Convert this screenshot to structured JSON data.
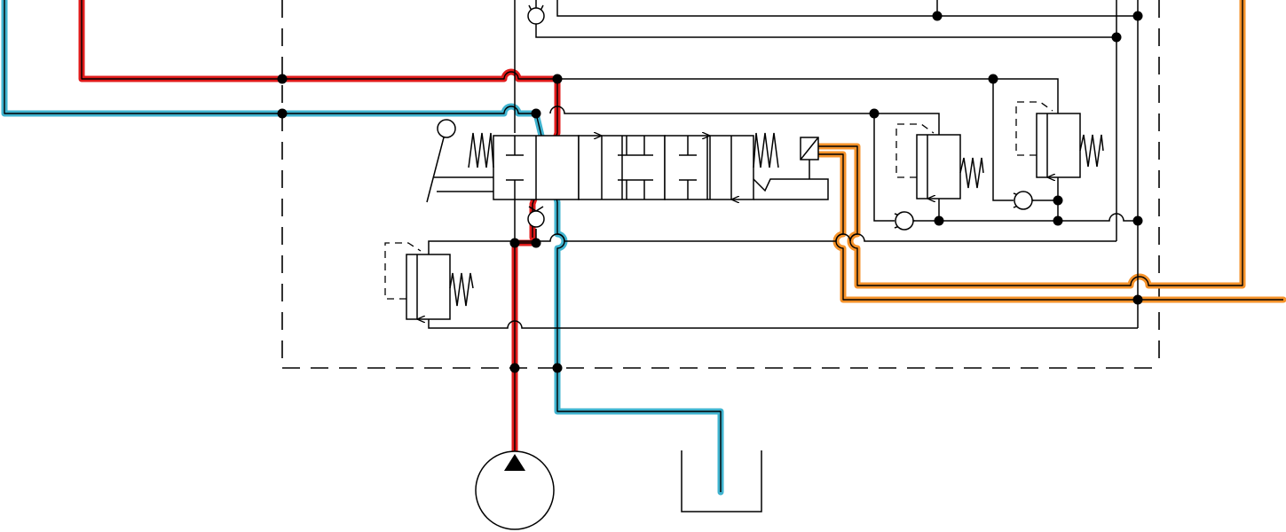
{
  "diagram": {
    "kind": "hydraulic schematic",
    "colors": {
      "pressure_line": "#e01b1b",
      "return_line": "#3fb3cf",
      "pilot_line": "#f5922a",
      "ink": "#000000",
      "background": "#ffffff"
    },
    "symbols": [
      "pump",
      "reservoir",
      "lever-operated-directional-valve",
      "solenoid",
      "relief-valve",
      "check-valve",
      "pressure-reducing-valve"
    ]
  }
}
